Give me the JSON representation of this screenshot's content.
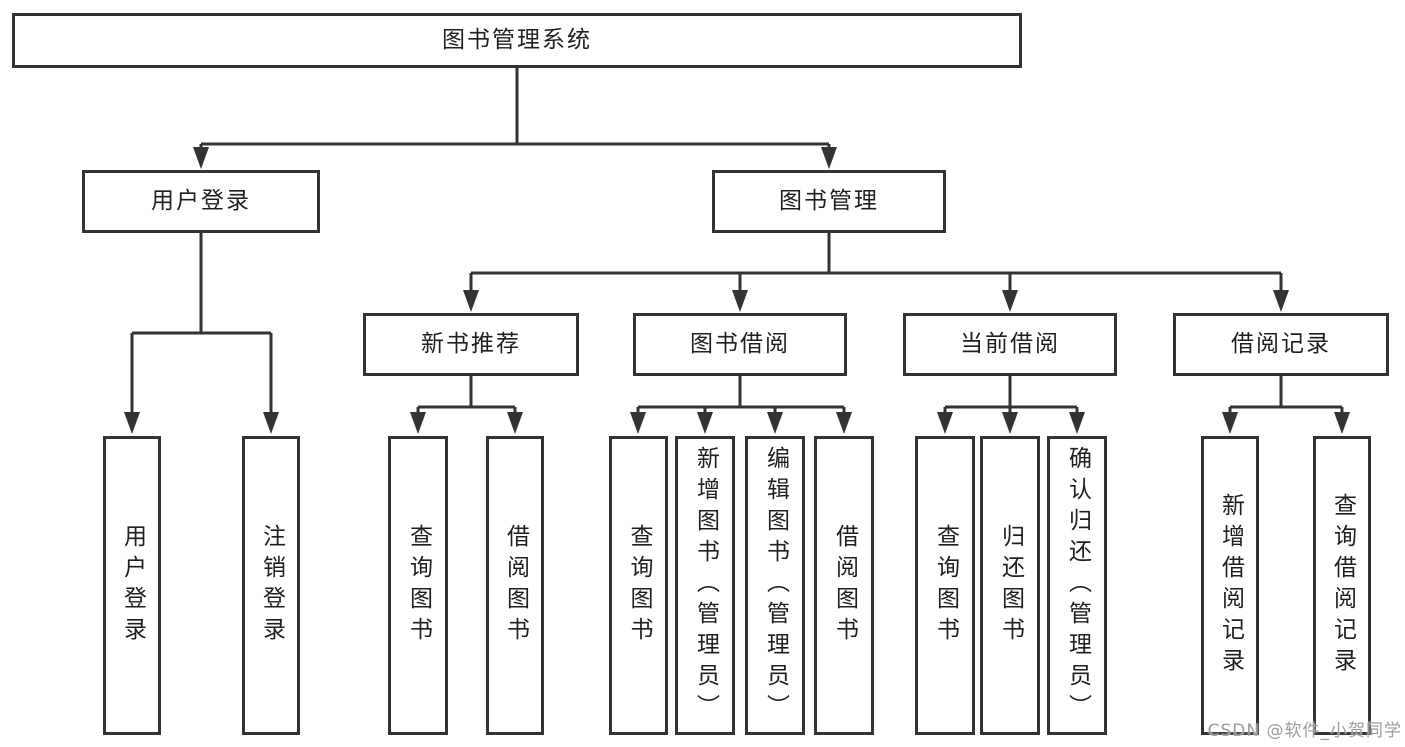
{
  "colors": {
    "line": "#333333",
    "box_border": "#333333",
    "box_fill": "#ffffff",
    "text": "#1f1f1f",
    "background": "#ffffff",
    "watermark": "#9c9c9c"
  },
  "diagram": {
    "root": {
      "label": "图书管理系统"
    },
    "level2": {
      "user_login": {
        "label": "用户登录"
      },
      "book_management": {
        "label": "图书管理"
      }
    },
    "level3": {
      "new_book_recommend": {
        "label": "新书推荐"
      },
      "book_borrow": {
        "label": "图书借阅"
      },
      "current_borrow": {
        "label": "当前借阅"
      },
      "borrow_records": {
        "label": "借阅记录"
      }
    },
    "leaves": {
      "user_login": [
        "用户登录",
        "注销登录"
      ],
      "new_book_recommend": [
        "查询图书",
        "借阅图书"
      ],
      "book_borrow": [
        "查询图书",
        "新增图书（管理员）",
        "编辑图书（管理员）",
        "借阅图书"
      ],
      "current_borrow": [
        "查询图书",
        "归还图书",
        "确认归还（管理员）"
      ],
      "borrow_records": [
        "新增借阅记录",
        "查询借阅记录"
      ]
    }
  },
  "watermark": {
    "text": "CSDN @软件_小贺同学"
  }
}
